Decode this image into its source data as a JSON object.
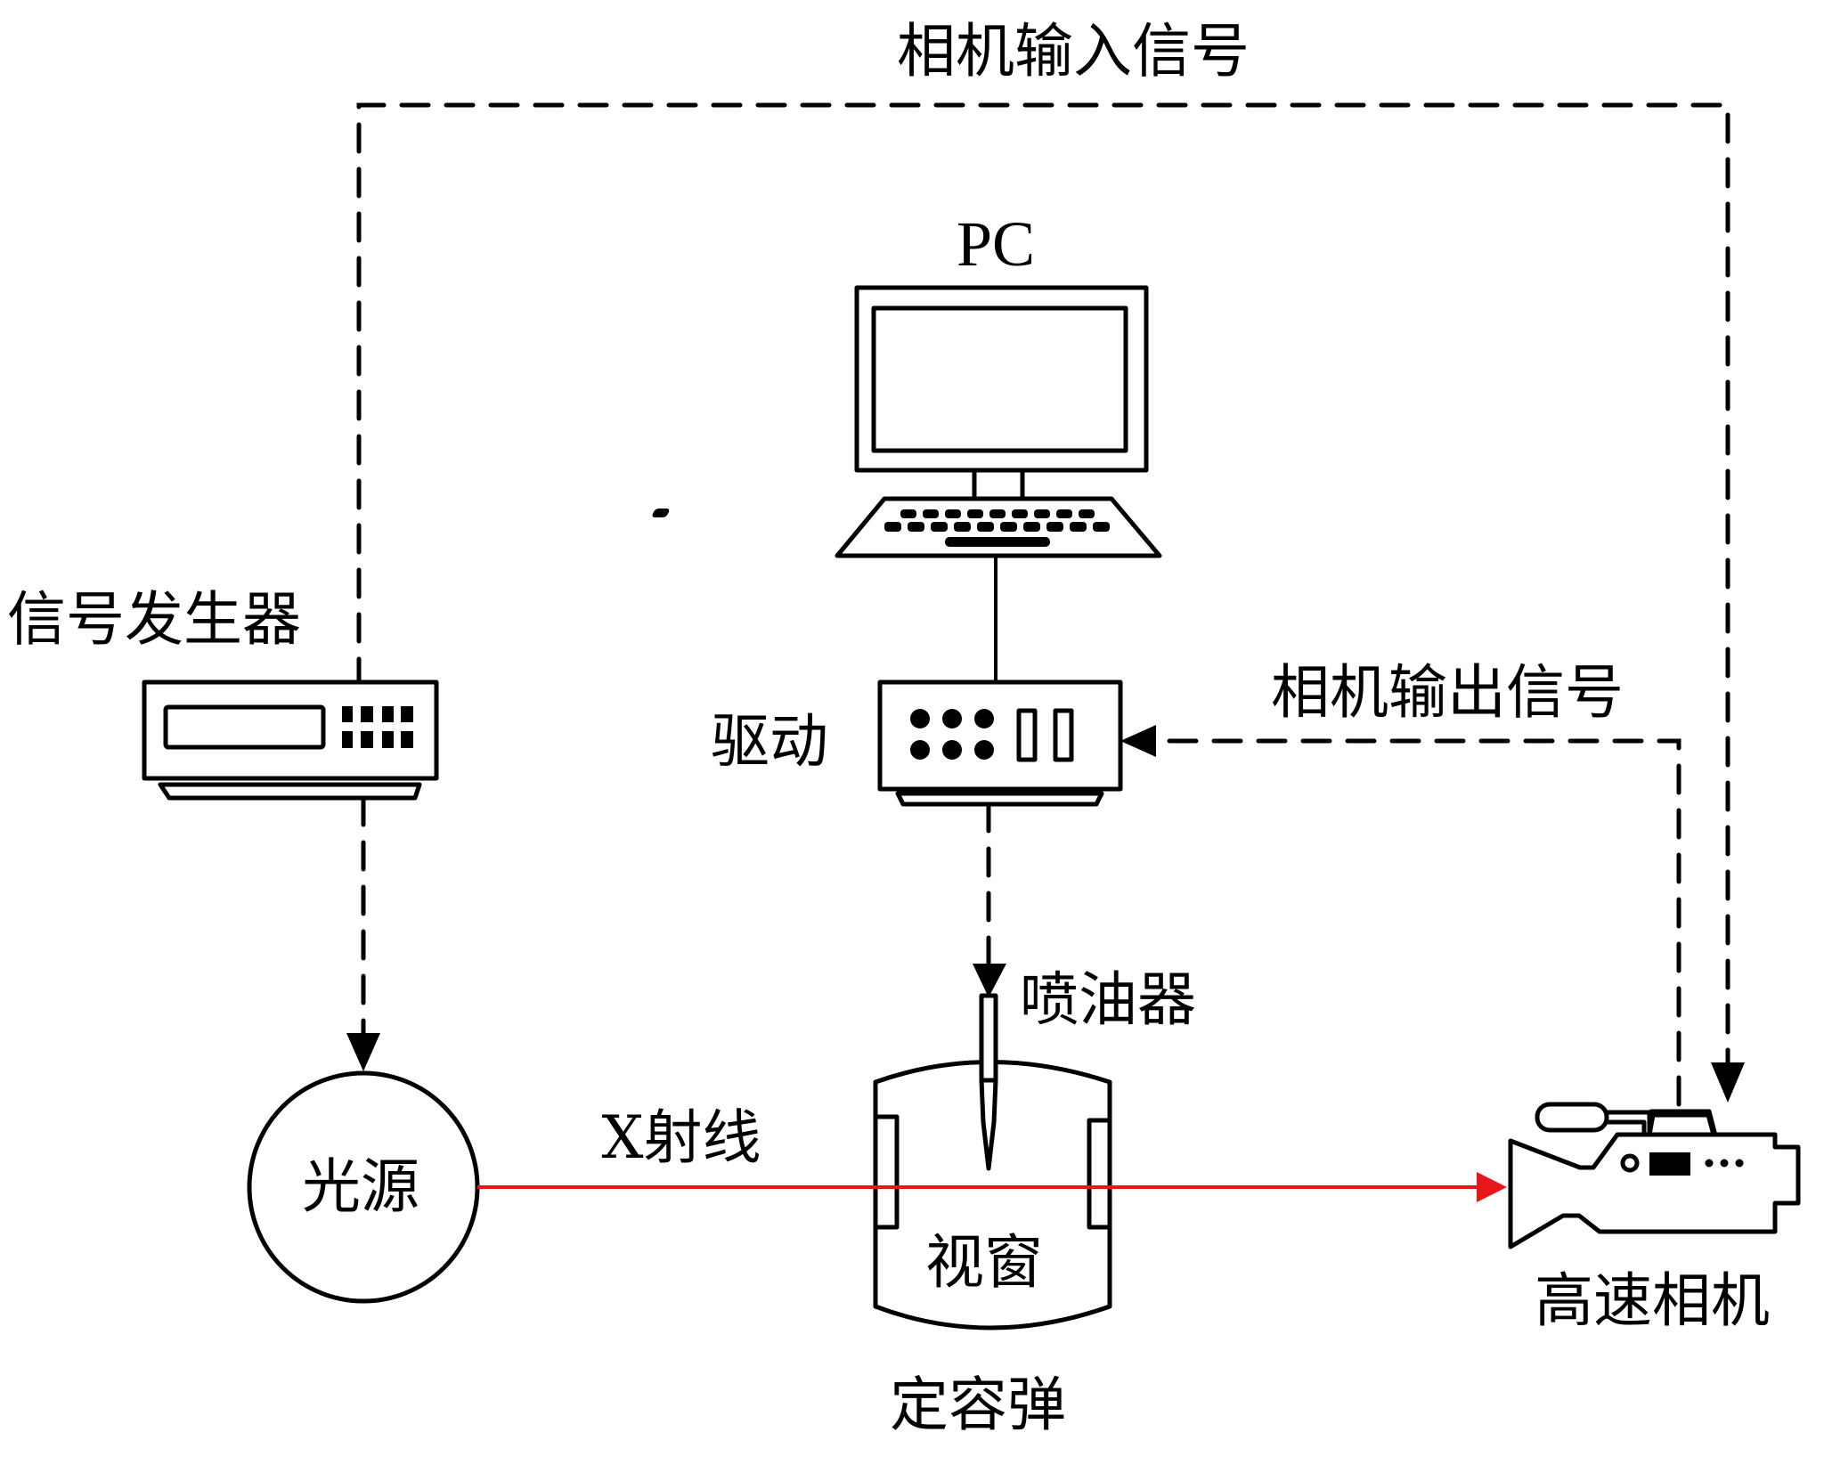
{
  "diagram": {
    "title": "X-ray high-speed imaging experiment setup",
    "colors": {
      "line": "#000000",
      "beam": "#e8161b",
      "background": "#ffffff"
    },
    "nodes": {
      "pc": {
        "label": "PC",
        "icon": "desktop-computer-icon"
      },
      "signal_generator": {
        "label": "信号发生器",
        "icon": "signal-generator-icon"
      },
      "driver": {
        "label": "驱动",
        "icon": "driver-box-icon"
      },
      "light_source": {
        "label": "光源",
        "icon": "circle-light-source"
      },
      "injector": {
        "label": "喷油器",
        "icon": "injector-needle-icon"
      },
      "chamber": {
        "label": "定容弹",
        "icon": "constant-volume-chamber-icon"
      },
      "window": {
        "label": "视窗"
      },
      "camera": {
        "label": "高速相机",
        "icon": "video-camera-icon"
      }
    },
    "edges": {
      "camera_input": {
        "label": "相机输入信号",
        "from": "signal_generator",
        "to": "camera",
        "style": "dashed"
      },
      "camera_output": {
        "label": "相机输出信号",
        "from": "camera",
        "to": "driver",
        "style": "dashed"
      },
      "pc_driver": {
        "from": "pc",
        "to": "driver",
        "style": "solid"
      },
      "gen_light": {
        "from": "signal_generator",
        "to": "light_source",
        "style": "dashed"
      },
      "driver_injector": {
        "from": "driver",
        "to": "injector",
        "style": "dashed"
      },
      "xray": {
        "label": "X射线",
        "from": "light_source",
        "to": "camera",
        "style": "solid-red"
      }
    }
  }
}
